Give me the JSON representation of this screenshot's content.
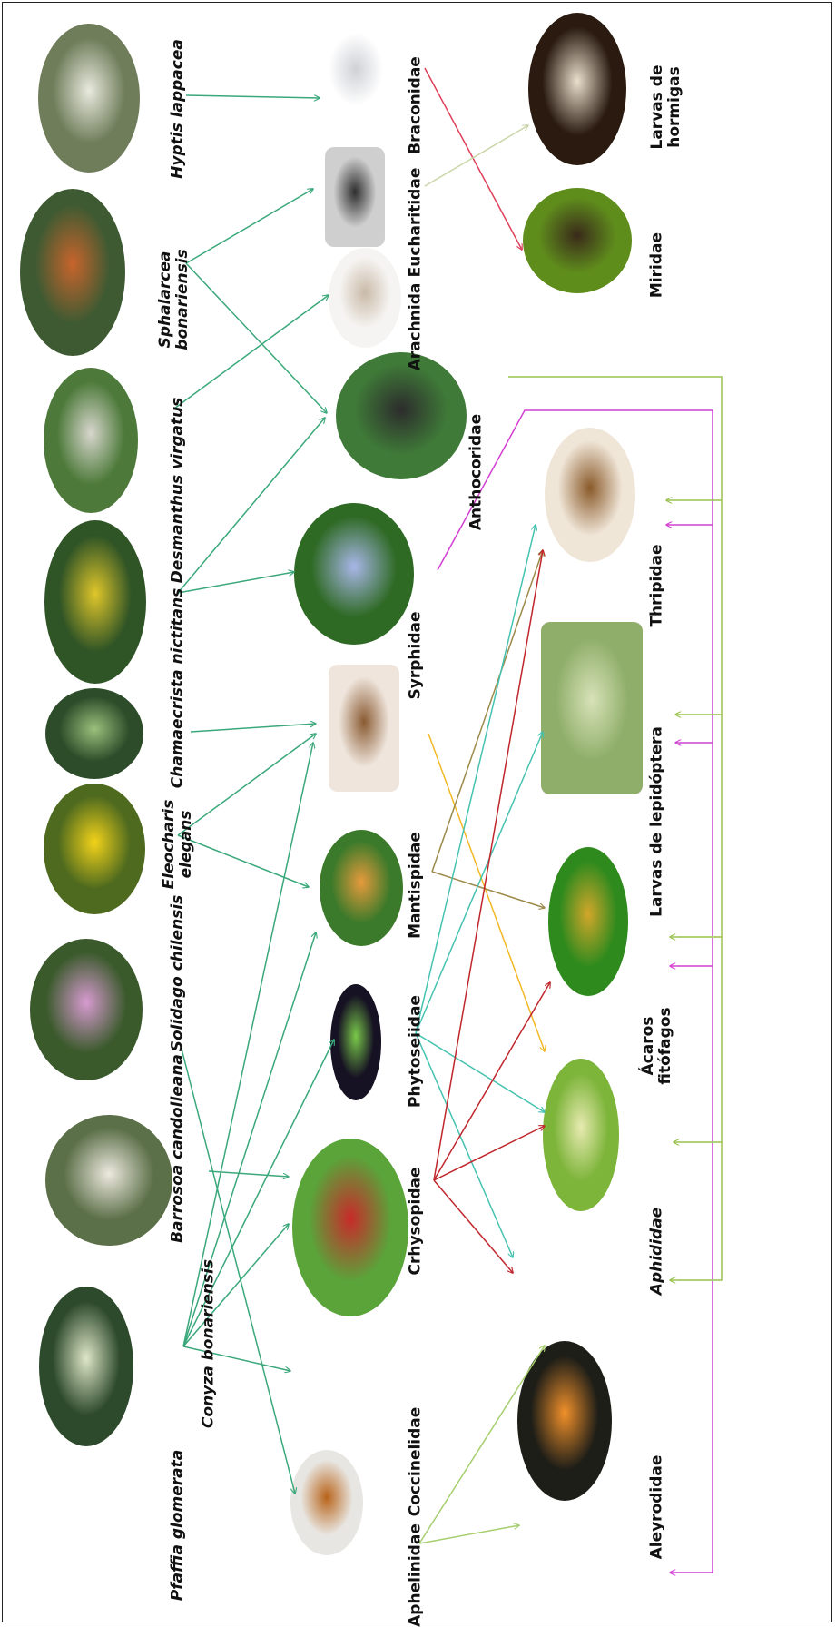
{
  "plants": {
    "hyptis": "Hyptis lappacea",
    "sphalarcea": "Sphalarcea\nbonariensis",
    "desmanthus": "Desmanthus virgatus",
    "chamaecrista": "Chamaecrista nictitans",
    "eleocharis": "Eleocharis\nelegans",
    "solidago": "Solidago chilensis",
    "barrosoa": "Barrosoa candolleana",
    "conyza": "Conyza bonariensis",
    "pfaffia": "Pfaffia glomerata"
  },
  "enemies": {
    "braconidae": "Braconidae",
    "eucharitidae": "Eucharitidae",
    "arachnida": "Arachnida",
    "anthocoridae": "Anthocoridae",
    "syrphidae": "Syrphidae",
    "mantispidae": "Mantispidae",
    "phytoseiidae": "Phytoseiidae",
    "chrysopidae": "Crhysopidae",
    "coccinelidae": "Coccinelidae",
    "aphelinidae": "Aphelinidae"
  },
  "prey": {
    "larvas_hormigas": "Larvas de\nhormigas",
    "miridae": "Miridae",
    "thripidae": "Thripidae",
    "larvas_lepidoptera": "Larvas de lepidóptera",
    "acaros": "Ácaros\nfitófagos",
    "aphididae": "Aphididae",
    "aleyrodidae": "Aleyrodidae"
  },
  "colors": {
    "plant_link": "#3aa87a",
    "braconid_link": "#e0405a",
    "eucharitid_link": "#c9d6a8",
    "anthocorid_link": "#99c24d",
    "syrphid_link": "#d23fd2",
    "mantispid_link": "#f2b825",
    "phytoseiid_link": "#9c8a4a",
    "chrysopid_link": "#45c2b0",
    "coccinelid_link": "#c0262c",
    "aphelinid_link": "#a6cf6e"
  }
}
